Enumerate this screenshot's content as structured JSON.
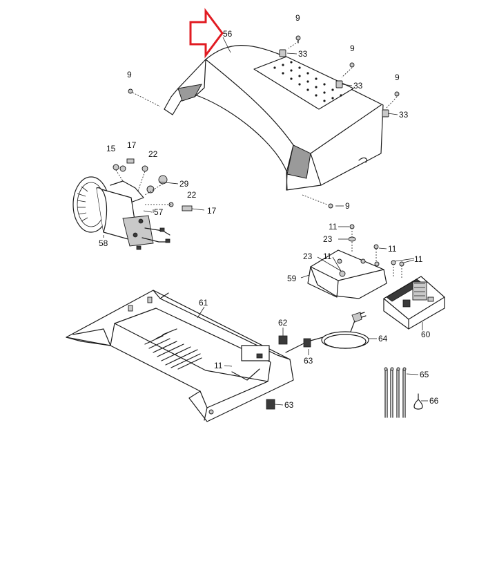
{
  "accent_color": "#e11b22",
  "callout_arrow": {
    "color": "#e11b22",
    "points_to": "56"
  },
  "labels": {
    "p56": "56",
    "p9a": "9",
    "p9b": "9",
    "p9c": "9",
    "p9d": "9",
    "p9e": "9",
    "p33a": "33",
    "p33b": "33",
    "p33c": "33",
    "p15": "15",
    "p17a": "17",
    "p17b": "17",
    "p22a": "22",
    "p22b": "22",
    "p29": "29",
    "p57": "57",
    "p58": "58",
    "p11a": "11",
    "p11b": "11",
    "p11c": "11",
    "p11d": "11",
    "p11e": "11",
    "p23a": "23",
    "p23b": "23",
    "p59": "59",
    "p60": "60",
    "p61": "61",
    "p62": "62",
    "p63a": "63",
    "p63b": "63",
    "p64": "64",
    "p65": "65",
    "p66": "66"
  }
}
